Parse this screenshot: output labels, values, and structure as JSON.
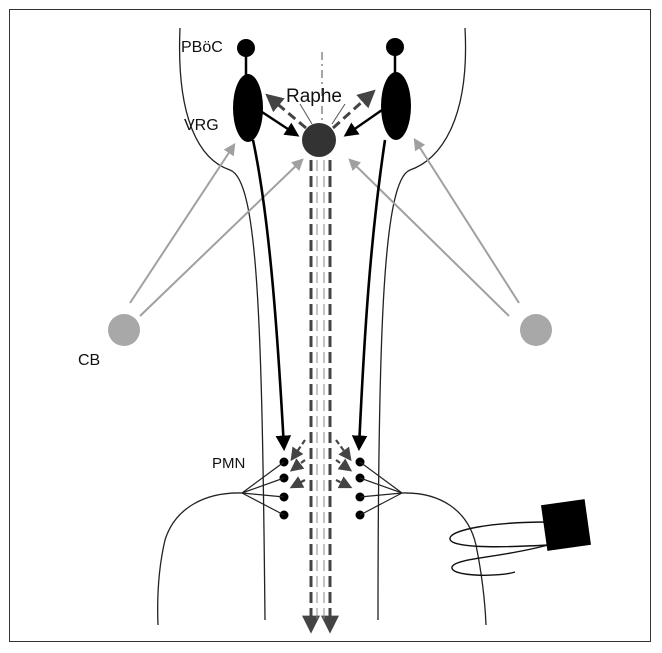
{
  "labels": {
    "pboc": "PBöC",
    "vrg": "VRG",
    "raphe": "Raphe",
    "cb": "CB",
    "pmn": "PMN"
  },
  "colors": {
    "outline": "#222222",
    "neuron": "#000000",
    "raphe_nucleus": "#333333",
    "dashed_tract": "#444444",
    "cb_body": "#a8a8a8",
    "cb_projection": "#a0a0a0",
    "midline": "#777777"
  },
  "icons": {
    "stimulator": "square-electrode-icon"
  }
}
